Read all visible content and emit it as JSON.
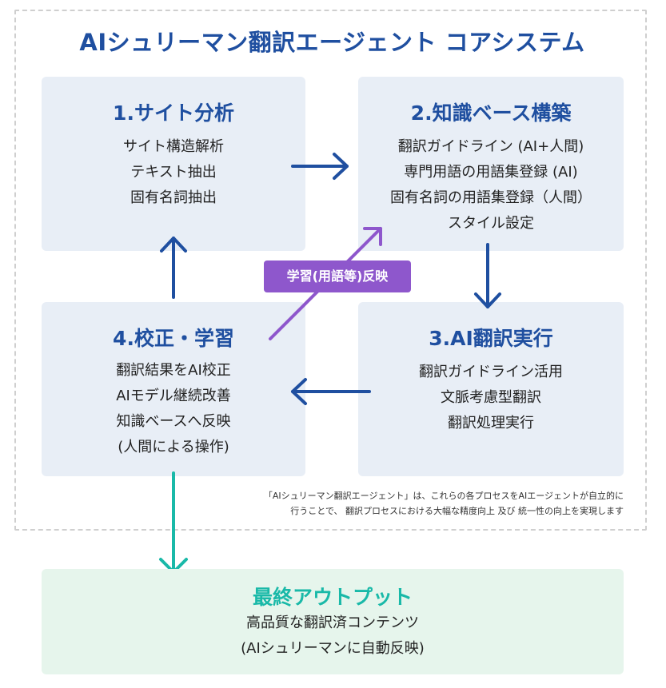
{
  "title": "AIシュリーマン翻訳エージェント コアシステム",
  "steps": [
    {
      "heading": "1.サイト分析",
      "lines": [
        "サイト構造解析",
        "テキスト抽出",
        "固有名詞抽出"
      ]
    },
    {
      "heading": "2.知識ベース構築",
      "lines": [
        "翻訳ガイドライン (AI+人間)",
        "専門用語の用語集登録 (AI)",
        "固有名詞の用語集登録（人間）",
        "スタイル設定"
      ]
    },
    {
      "heading": "3.AI翻訳実行",
      "lines": [
        "翻訳ガイドライン活用",
        "文脈考慮型翻訳",
        "翻訳処理実行"
      ]
    },
    {
      "heading": "4.校正・学習",
      "lines": [
        "翻訳結果をAI校正",
        "AIモデル継続改善",
        "知識ベースへ反映",
        "(人間による操作)"
      ]
    }
  ],
  "feedback_label": "学習(用語等)反映",
  "note": {
    "line1": "「AIシュリーマン翻訳エージェント」は、これらの各プロセスをAIエージェントが自立的に",
    "line2": "行うことで、 翻訳プロセスにおける大幅な精度向上 及び 統一性の向上を実現します"
  },
  "output": {
    "heading": "最終アウトプット",
    "lines": [
      "高品質な翻訳済コンテンツ",
      "(AIシュリーマンに自動反映)"
    ]
  },
  "colors": {
    "title": "#1f4fa0",
    "flow_arrow": "#1f4fa0",
    "feedback_arrow": "#8e57cc",
    "output_arrow": "#19b9a8",
    "box_bg": "#e8eef6",
    "output_bg": "#e6f5ec"
  }
}
